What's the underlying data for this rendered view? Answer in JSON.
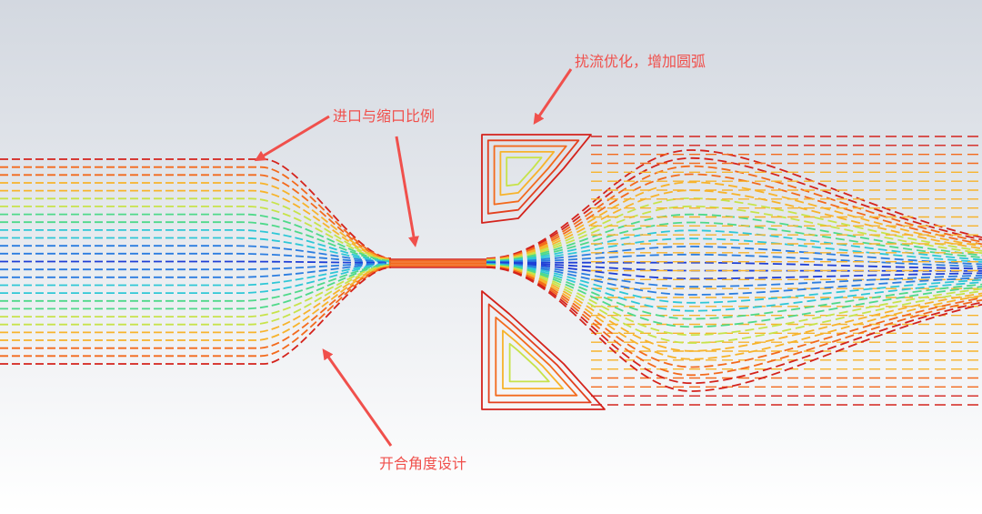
{
  "annotations": {
    "disturbance": "扰流优化，增加圆弧",
    "inlet_ratio": "进口与缩口比例",
    "opening_angle": "开合角度设计"
  },
  "colors": {
    "annotation_text": "#f0504c",
    "arrow": "#f0504c",
    "background_top": "#d3d8e0",
    "background_bottom": "#ffffff",
    "streamline_palette": [
      "#d4231c",
      "#f36a1c",
      "#f7b32b",
      "#c7e34a",
      "#4fd98a",
      "#2ec7d6",
      "#2b7de0",
      "#1e3fd6"
    ]
  }
}
